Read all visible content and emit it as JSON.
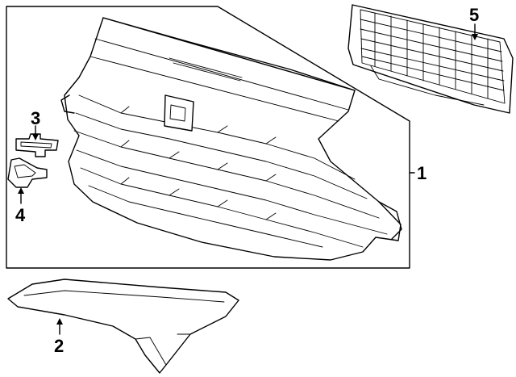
{
  "callouts": {
    "part_1": "1",
    "part_2": "2",
    "part_3": "3",
    "part_4": "4",
    "part_5": "5"
  },
  "colors": {
    "line": "#000000",
    "background": "#ffffff"
  }
}
